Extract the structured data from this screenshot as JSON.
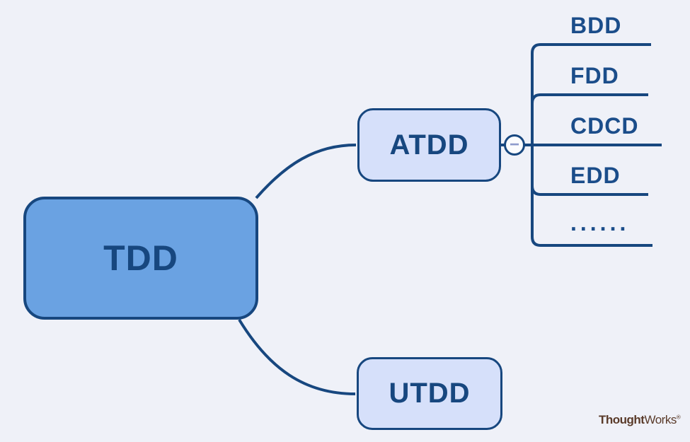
{
  "canvas": {
    "background": "#EFF1F8",
    "line_color": "#17477F",
    "root_fill": "#6AA2E2",
    "branch_fill": "#D6E0FA"
  },
  "mindmap": {
    "root": {
      "label": "TDD"
    },
    "branches": [
      {
        "label": "ATDD"
      },
      {
        "label": "UTDD"
      }
    ],
    "atdd_children": [
      {
        "label": "BDD"
      },
      {
        "label": "FDD"
      },
      {
        "label": "CDCD"
      },
      {
        "label": "EDD"
      },
      {
        "label": "......"
      }
    ],
    "collapse_toggle": {
      "symbol": "−"
    }
  },
  "branding": {
    "bold": "Thought",
    "light": "Works",
    "mark": "®"
  }
}
